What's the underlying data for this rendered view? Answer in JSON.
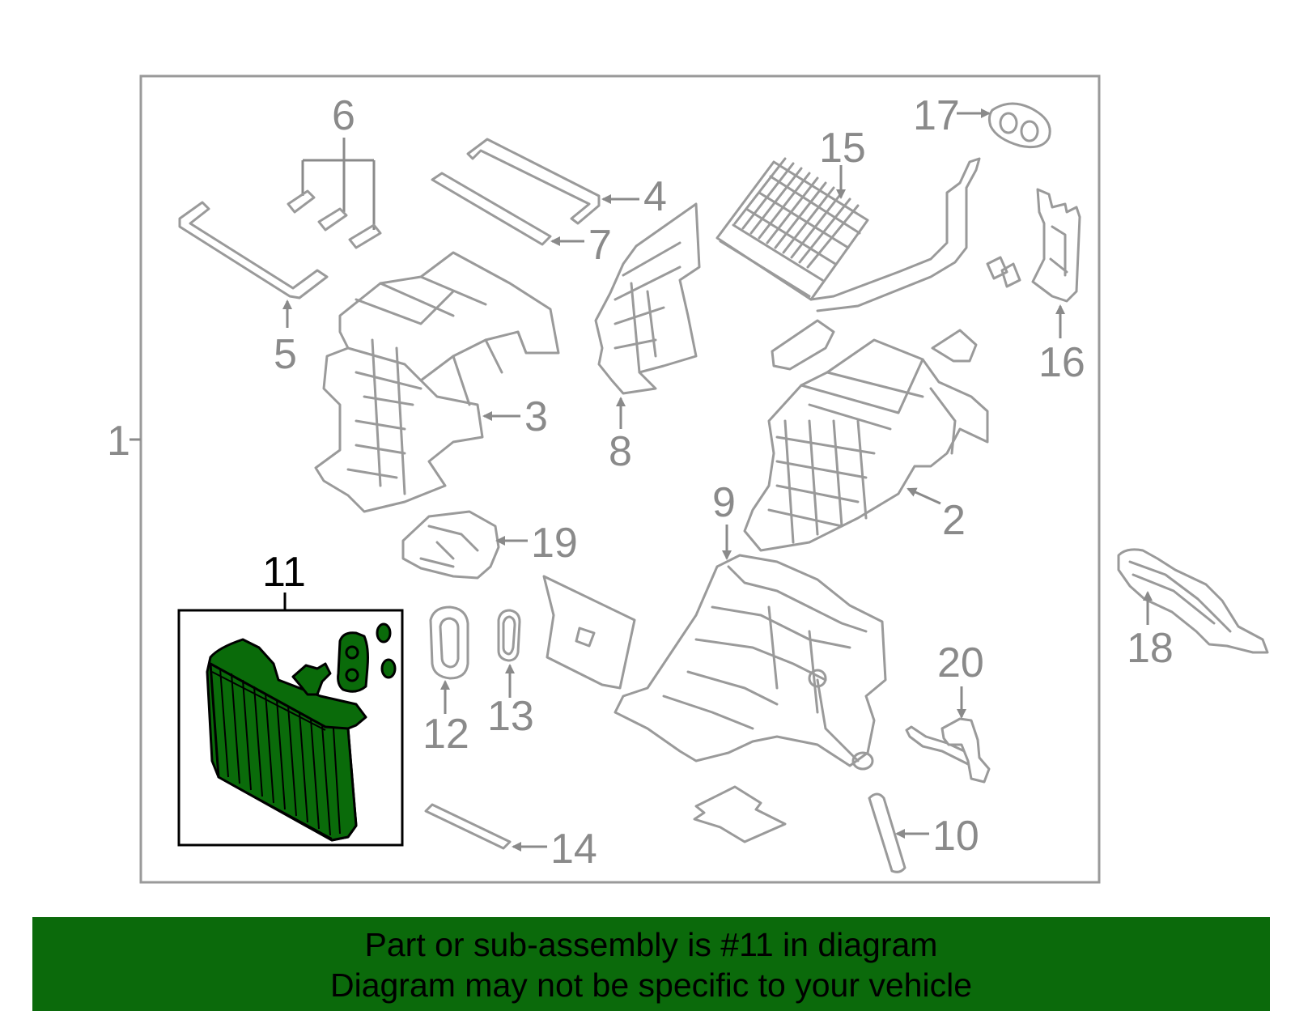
{
  "diagram": {
    "highlight_color": "#0b6a0b",
    "callouts": {
      "c1": "1",
      "c2": "2",
      "c3": "3",
      "c4": "4",
      "c5": "5",
      "c6": "6",
      "c7": "7",
      "c8": "8",
      "c9": "9",
      "c10": "10",
      "c11": "11",
      "c12": "12",
      "c13": "13",
      "c14": "14",
      "c15": "15",
      "c16": "16",
      "c17": "17",
      "c18": "18",
      "c19": "19",
      "c20": "20"
    }
  },
  "footer": {
    "line1": "Part or sub-assembly is #11 in diagram",
    "line2": "Diagram may not be specific to your vehicle"
  }
}
